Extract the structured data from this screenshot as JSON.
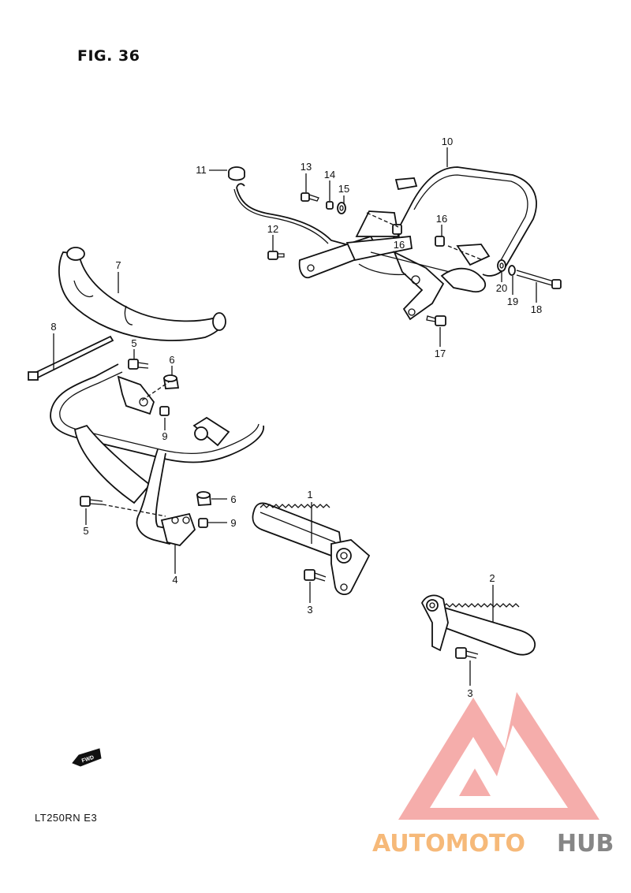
{
  "figure": {
    "title": "FIG. 36",
    "model_code": "LT250RN  E3"
  },
  "fwd_marker": {
    "text": "FWD"
  },
  "watermark": {
    "brand_part1": "AUTOMOTO",
    "brand_part2": "HUB",
    "color_primary": "#f08a86",
    "color_secondary": "#7a7a7a",
    "color_accent": "#f6b26b"
  },
  "callouts": [
    "1",
    "2",
    "3",
    "3",
    "4",
    "5",
    "5",
    "6",
    "6",
    "7",
    "8",
    "9",
    "9",
    "10",
    "11",
    "12",
    "13",
    "14",
    "15",
    "16",
    "16",
    "17",
    "18",
    "19",
    "20"
  ]
}
